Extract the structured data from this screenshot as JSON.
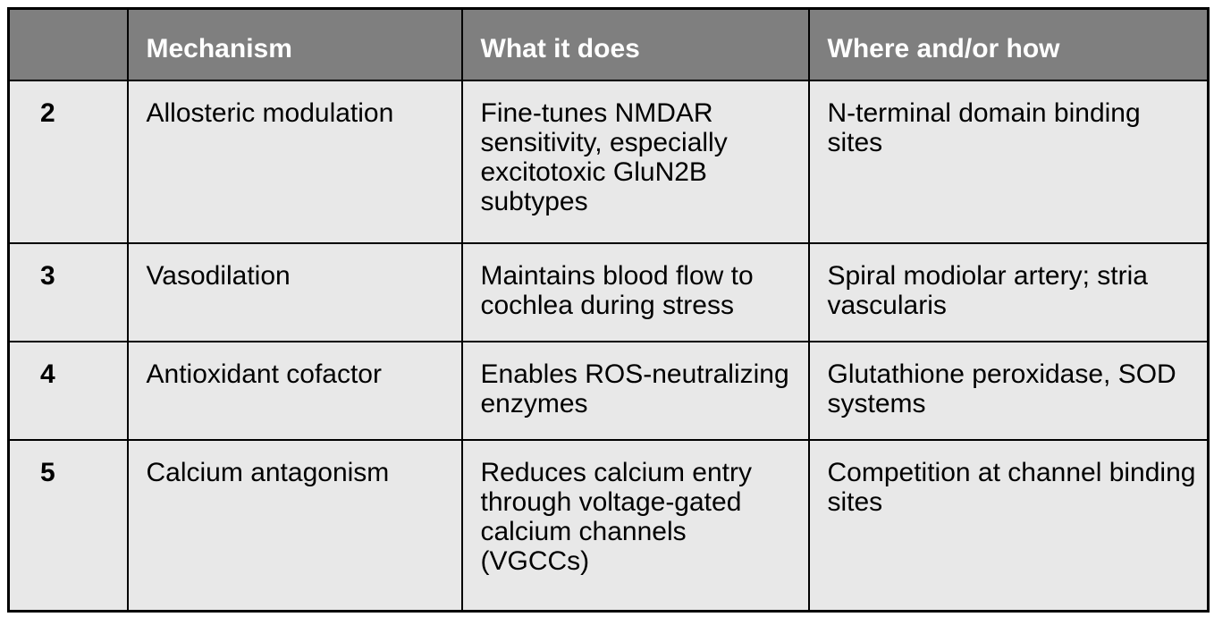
{
  "table": {
    "columns": [
      {
        "label": ""
      },
      {
        "label": "Mechanism"
      },
      {
        "label": "What it does"
      },
      {
        "label": "Where and/or how"
      }
    ],
    "rows": [
      {
        "num": "2",
        "mechanism": "Allosteric modulation",
        "what": "Fine-tunes NMDAR sensitivity, especially excitotoxic GluN2B subtypes",
        "where": "N-terminal domain binding sites"
      },
      {
        "num": "3",
        "mechanism": "Vasodilation",
        "what": "Maintains blood flow to cochlea during stress",
        "where": "Spiral modiolar artery; stria vascularis"
      },
      {
        "num": "4",
        "mechanism": "Antioxidant cofactor",
        "what": "Enables ROS-neutralizing enzymes",
        "where": "Glutathione peroxidase, SOD systems"
      },
      {
        "num": "5",
        "mechanism": "Calcium antagonism",
        "what": "Reduces calcium entry through voltage-gated calcium channels (VGCCs)",
        "where": "Competition at channel binding sites"
      }
    ],
    "colors": {
      "header_bg": "#7f7f7f",
      "header_text": "#ffffff",
      "cell_bg": "#e8e8e8",
      "border": "#000000",
      "body_text": "#000000",
      "page_bg": "#ffffff"
    }
  }
}
